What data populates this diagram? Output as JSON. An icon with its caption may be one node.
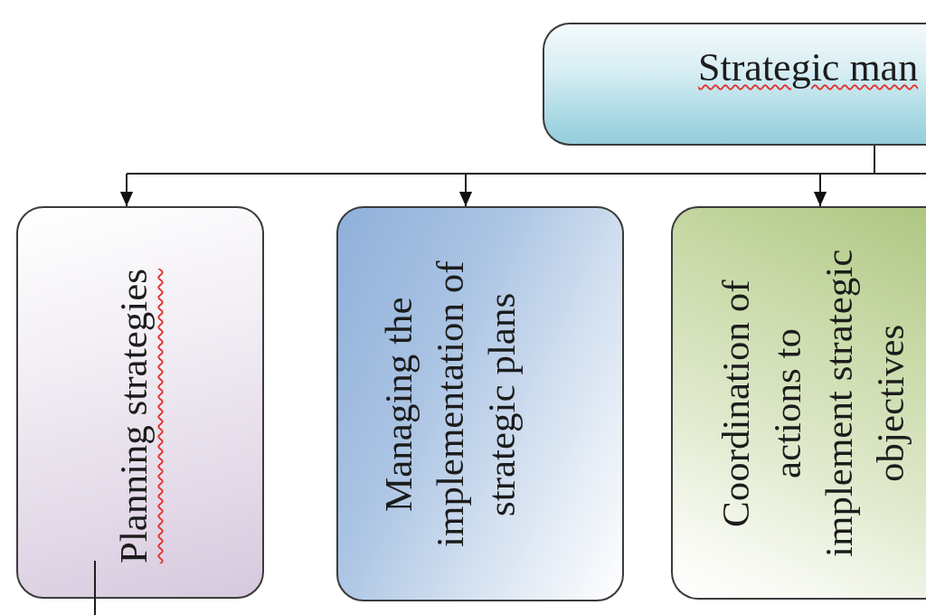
{
  "diagram": {
    "nodes": [
      {
        "text": [
          "Strategic man"
        ]
      },
      {
        "text": [
          "Planning strategies"
        ]
      },
      {
        "text": [
          "Managing the implementation of strategic plans"
        ]
      },
      {
        "text": [
          "Coordination of actions to implement strategic objectives"
        ]
      }
    ],
    "edges": [
      {
        "from": 0,
        "to": 1,
        "arrow": "to"
      },
      {
        "from": 0,
        "to": 2,
        "arrow": "to"
      },
      {
        "from": 0,
        "to": 3,
        "arrow": "to"
      },
      {
        "from": 0,
        "to": null,
        "arrow": "none"
      },
      {
        "from": 1,
        "to": null,
        "arrow": "none"
      }
    ]
  }
}
